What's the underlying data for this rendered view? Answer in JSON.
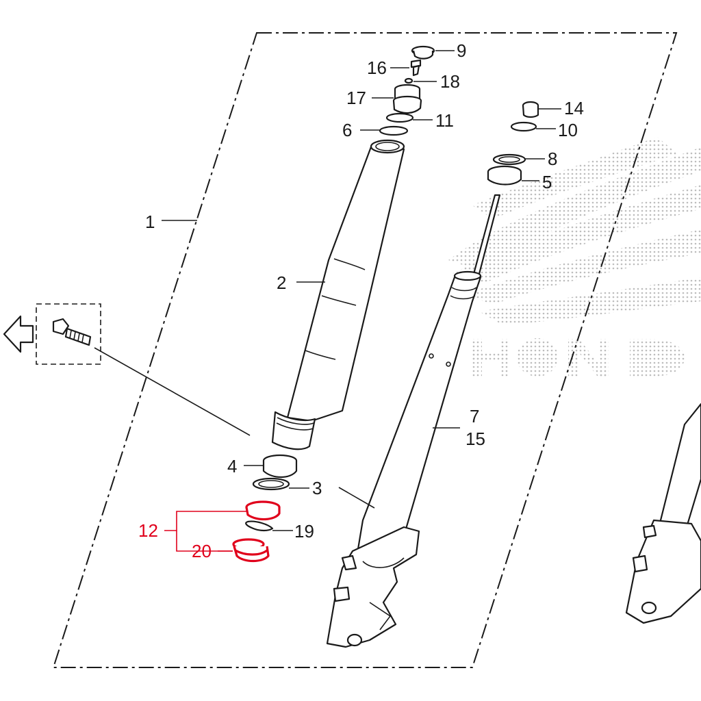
{
  "diagram": {
    "callouts": [
      {
        "id": "c1",
        "text": "1"
      },
      {
        "id": "c2",
        "text": "2"
      },
      {
        "id": "c3",
        "text": "3"
      },
      {
        "id": "c4",
        "text": "4"
      },
      {
        "id": "c5",
        "text": "5"
      },
      {
        "id": "c6",
        "text": "6"
      },
      {
        "id": "c7",
        "text": "7"
      },
      {
        "id": "c8",
        "text": "8"
      },
      {
        "id": "c9",
        "text": "9"
      },
      {
        "id": "c10",
        "text": "10"
      },
      {
        "id": "c11",
        "text": "11"
      },
      {
        "id": "c12",
        "text": "12"
      },
      {
        "id": "c14",
        "text": "14"
      },
      {
        "id": "c15",
        "text": "15"
      },
      {
        "id": "c16",
        "text": "16"
      },
      {
        "id": "c17",
        "text": "17"
      },
      {
        "id": "c18",
        "text": "18"
      },
      {
        "id": "c19",
        "text": "19"
      },
      {
        "id": "c20",
        "text": "20"
      }
    ],
    "highlighted_callouts": [
      "12",
      "20"
    ],
    "highlight_color": "#e0001b",
    "line_color": "#1a1a1a",
    "watermark_text": "HONDA",
    "watermark_color": "#c8c8c8",
    "icons": [
      "arrow-left-icon",
      "bolt-icon"
    ]
  }
}
